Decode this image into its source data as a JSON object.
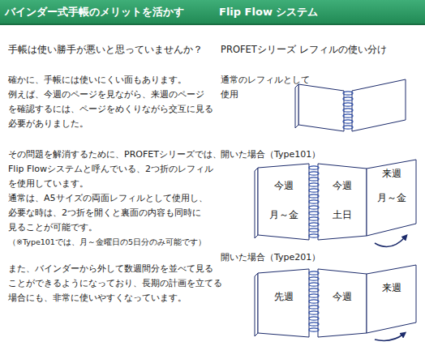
{
  "diagram": {
    "title": "バインダー式手帳のメリットを活かす",
    "nodes": [
      {
        "text": [
          "今週",
          "月～金"
        ]
      },
      {
        "text": [
          "今週",
          "土日"
        ]
      },
      {
        "text": [
          "来週",
          "月～金"
        ]
      },
      {
        "text": [
          "先週"
        ]
      },
      {
        "text": [
          "今週"
        ]
      },
      {
        "text": [
          "来週"
        ]
      }
    ],
    "labels": [
      "Flip Flow システム",
      "手帳は使い勝手が悪いと思っていませんか？",
      "確かに、手帳には使いにくい面もあります。",
      "例えば、今週のページを見ながら、来週のページ",
      "を確認するには、ページをめくりながら交互に見る",
      "必要がありました。",
      "その問題を解消するために、PROFETシリーズでは、",
      "Flip Flowシステムと呼んでいる、2つ折のレフィル",
      "を使用しています。",
      "通常は、A5サイズの両面レフィルとして使用し、",
      "必要な時は、2つ折を開くと裏面の内容も同時に",
      "見ることが可能です。",
      "（※Type101では、月～金曜日の5日分のみ可能です）",
      "また、バインダーから外して数週間分を並べて見る",
      "ことができるようになっており、長期の計画を立てる",
      "場合にも、非常に使いやすくなっています。",
      "PROFETシリーズ レフィルの使い分け",
      "通常のレフィルとして",
      "使用",
      "開いた場合（Type101）",
      "開いた場合（Type201）"
    ]
  }
}
